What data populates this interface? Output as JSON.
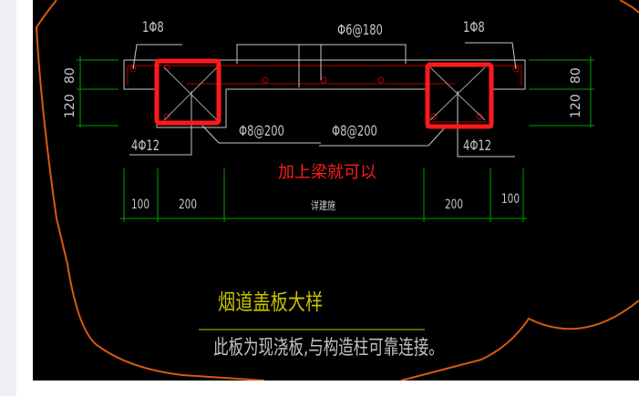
{
  "drawing": {
    "top_labels": {
      "left_bar": "1Φ8",
      "slab_rebar": "Φ6@180",
      "right_bar": "1Φ8"
    },
    "side_dims": {
      "left_top": "80",
      "left_bottom": "120",
      "right_top": "80",
      "right_bottom": "120"
    },
    "bottom_labels": {
      "left_column": "4Φ12",
      "left_stirrup": "Φ8@200",
      "right_stirrup": "Φ8@200",
      "right_column": "4Φ12"
    },
    "annotation": "加上梁就可以",
    "horizontal_dims": [
      "100",
      "200",
      "详建施",
      "200",
      "100"
    ],
    "title": "烟道盖板大样",
    "description": "此板为现浇板,与构造柱可靠连接。"
  },
  "colors": {
    "background": "#000000",
    "outline": "#c8c8c8",
    "rebar": "#b00000",
    "dimension": "#00a000",
    "highlight": "#ff1a1a",
    "boundary": "#d85a10",
    "title": "#c8c000"
  }
}
